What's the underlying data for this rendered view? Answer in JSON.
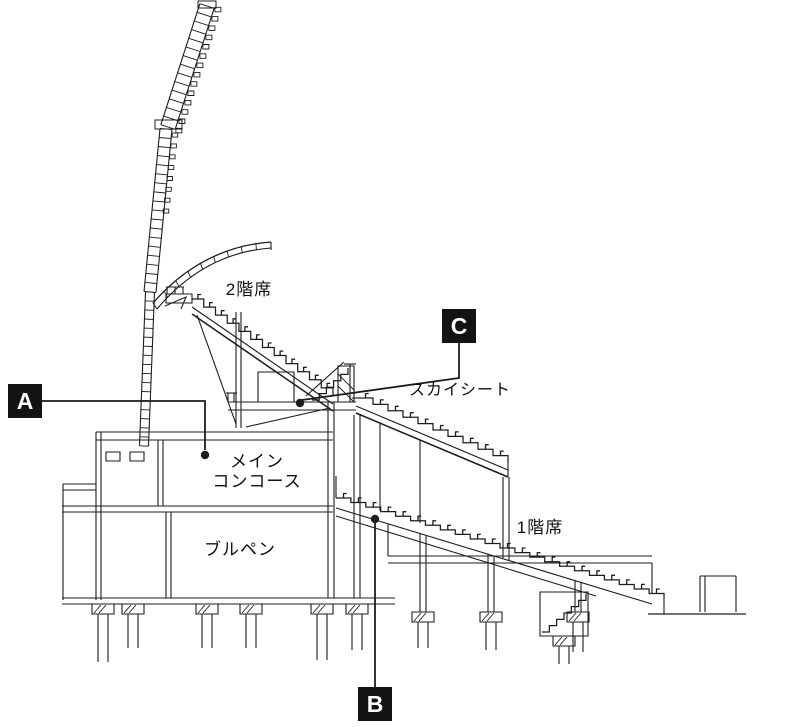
{
  "diagram": {
    "type": "stadium-cross-section",
    "background": "#ffffff",
    "line_color": "#1d1d1d",
    "labels": {
      "second_tier": "2階席",
      "sky_seat": "スカイシート",
      "main_concourse_line1": "メイン",
      "main_concourse_line2": "コンコース",
      "first_tier": "1階席",
      "bullpen": "ブルペン"
    },
    "markers": [
      {
        "letter": "A"
      },
      {
        "letter": "B"
      },
      {
        "letter": "C"
      }
    ]
  }
}
